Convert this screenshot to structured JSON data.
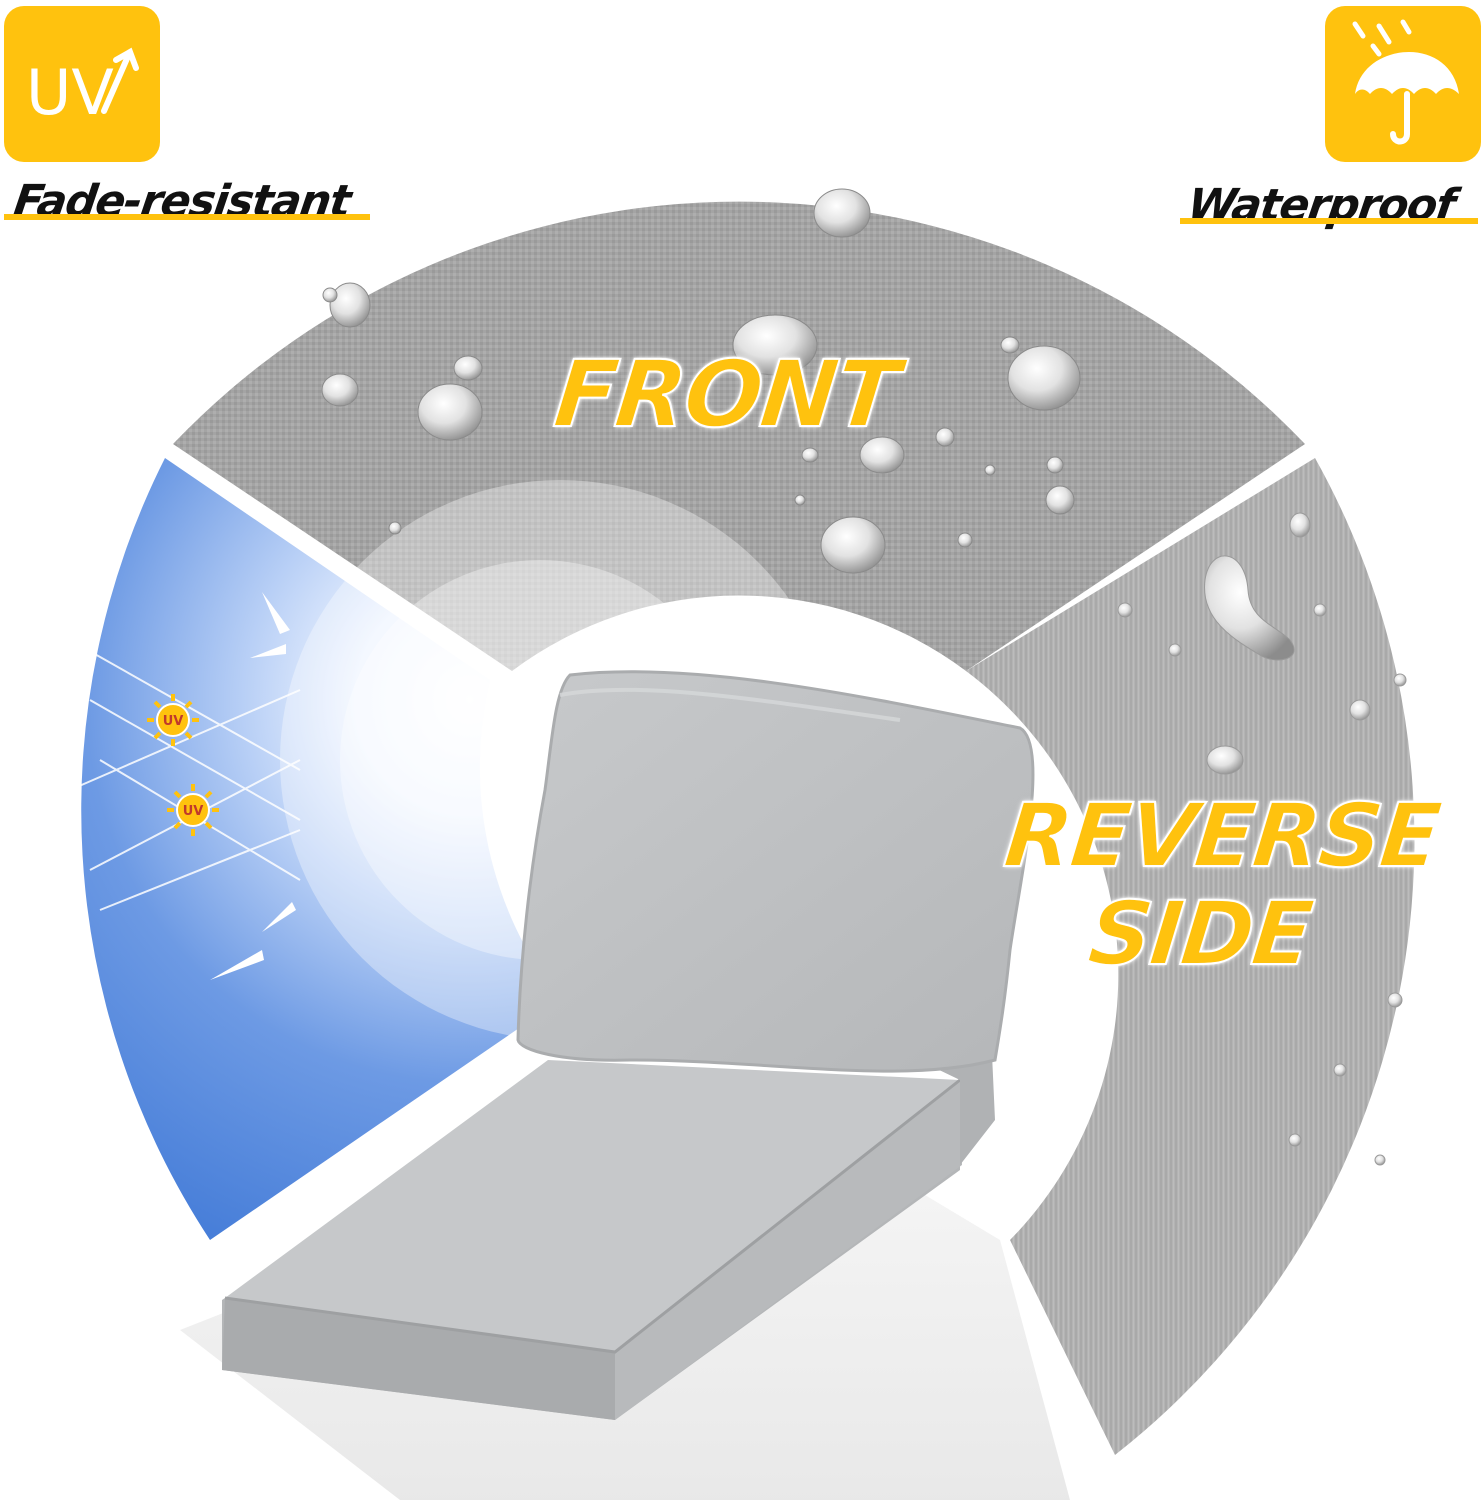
{
  "features": {
    "fade_resistant": {
      "label": "Fade-resistant",
      "badge_text": "UV",
      "icon": "uv-arrow-icon"
    },
    "waterproof": {
      "label": "Waterproof",
      "icon": "umbrella-rain-icon"
    }
  },
  "sections": {
    "front": {
      "label": "FRONT"
    },
    "reverse": {
      "line1": "REVERSE",
      "line2": "SIDE"
    }
  },
  "sun_icons": {
    "text": "UV",
    "count": 2
  },
  "colors": {
    "accent": "#ffc20e",
    "text_dark": "#111111",
    "fabric_front": "#a6a6a6",
    "fabric_reverse": "#b3b3b3",
    "sky_blue": "#4f88e0",
    "cushion": "#c4c6c8"
  }
}
